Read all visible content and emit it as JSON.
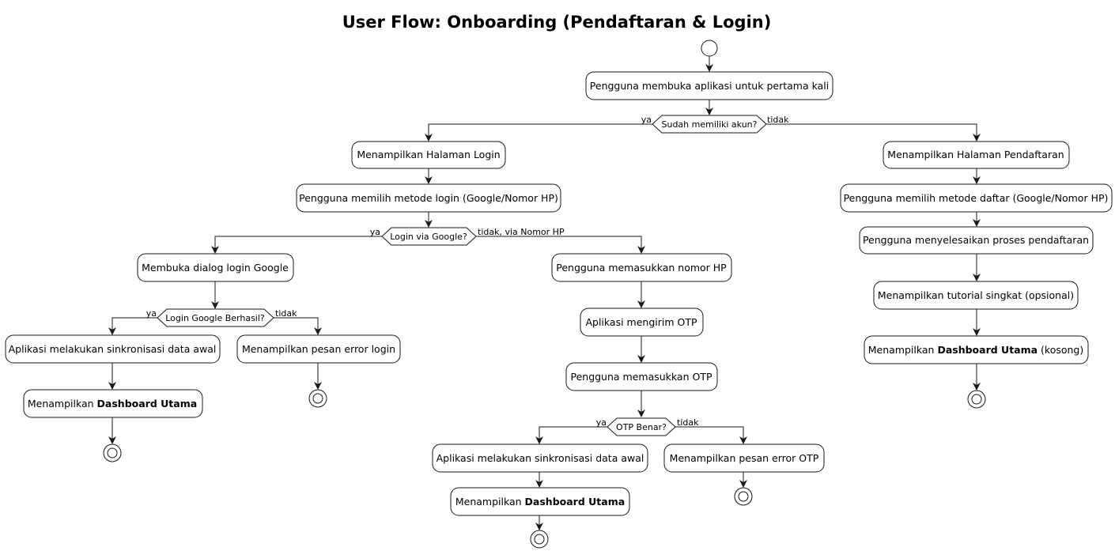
{
  "title": "User Flow: Onboarding (Pendaftaran & Login)",
  "nodes": {
    "open_app": "Pengguna membuka aplikasi untuk pertama kali",
    "show_login": "Menampilkan Halaman Login",
    "choose_login": "Pengguna memilih metode login (Google/Nomor HP)",
    "open_google": "Membuka dialog login Google",
    "sync_google": "Aplikasi melakukan sinkronisasi data awal",
    "dash_google_prefix": "Menampilkan ",
    "dash_google_bold": "Dashboard Utama",
    "err_login": "Menampilkan pesan error login",
    "enter_phone": "Pengguna memasukkan nomor HP",
    "send_otp": "Aplikasi mengirim OTP",
    "enter_otp": "Pengguna memasukkan OTP",
    "sync_otp": "Aplikasi melakukan sinkronisasi data awal",
    "dash_otp_prefix": "Menampilkan ",
    "dash_otp_bold": "Dashboard Utama",
    "err_otp": "Menampilkan pesan error OTP",
    "show_register": "Menampilkan Halaman Pendaftaran",
    "choose_register": "Pengguna memilih metode daftar (Google/Nomor HP)",
    "complete_register": "Pengguna menyelesaikan proses pendaftaran",
    "tutorial": "Menampilkan tutorial singkat (opsional)",
    "dash_new_prefix": "Menampilkan ",
    "dash_new_bold": "Dashboard Utama",
    "dash_new_suffix": " (kosong)"
  },
  "decisions": {
    "has_account": "Sudah memiliki akun?",
    "via_google": "Login via Google?",
    "google_ok": "Login Google Berhasil?",
    "otp_ok": "OTP Benar?"
  },
  "labels": {
    "has_account_yes": "ya",
    "has_account_no": "tidak",
    "via_google_yes": "ya",
    "via_google_no": "tidak, via Nomor HP",
    "google_ok_yes": "ya",
    "google_ok_no": "tidak",
    "otp_ok_yes": "ya",
    "otp_ok_no": "tidak"
  }
}
